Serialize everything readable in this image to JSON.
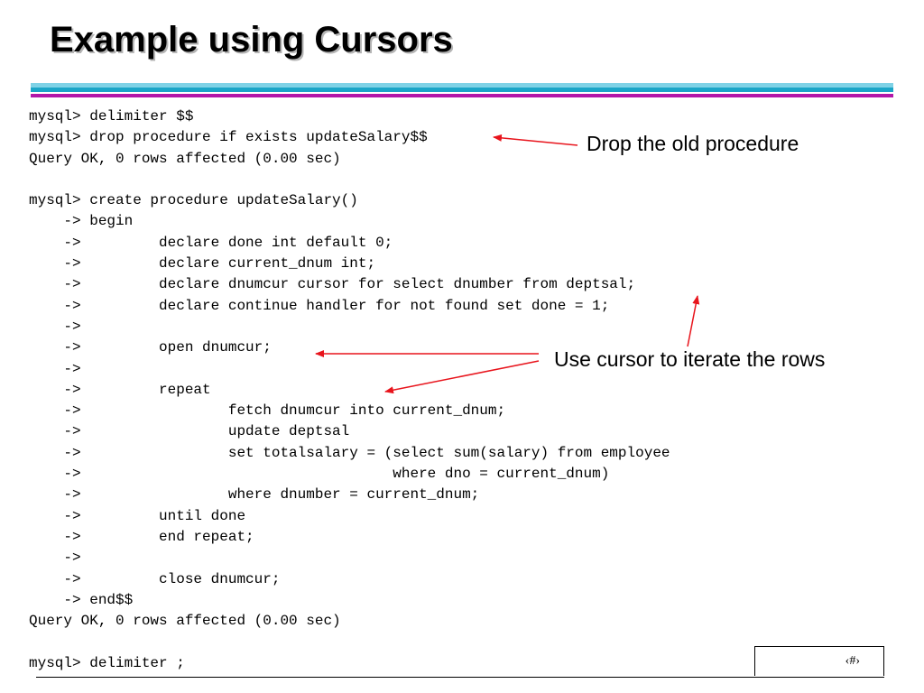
{
  "slide": {
    "title": "Example using Cursors",
    "code_lines": [
      "mysql> delimiter $$",
      "mysql> drop procedure if exists updateSalary$$",
      "Query OK, 0 rows affected (0.00 sec)",
      "",
      "mysql> create procedure updateSalary()",
      "    -> begin",
      "    ->         declare done int default 0;",
      "    ->         declare current_dnum int;",
      "    ->         declare dnumcur cursor for select dnumber from deptsal;",
      "    ->         declare continue handler for not found set done = 1;",
      "    ->",
      "    ->         open dnumcur;",
      "    ->",
      "    ->         repeat",
      "    ->                 fetch dnumcur into current_dnum;",
      "    ->                 update deptsal",
      "    ->                 set totalsalary = (select sum(salary) from employee",
      "    ->                                    where dno = current_dnum)",
      "    ->                 where dnumber = current_dnum;",
      "    ->         until done",
      "    ->         end repeat;",
      "    ->",
      "    ->         close dnumcur;",
      "    -> end$$",
      "Query OK, 0 rows affected (0.00 sec)",
      "",
      "mysql> delimiter ;"
    ],
    "callouts": {
      "drop": "Drop the old procedure",
      "cursor": "Use cursor to iterate the rows"
    },
    "page_number": "‹#›",
    "colors": {
      "arrow": "#e8141c",
      "bar_light": "#7fd2e6",
      "bar_cyan": "#1aa5c7",
      "bar_magenta": "#b217a8"
    }
  }
}
